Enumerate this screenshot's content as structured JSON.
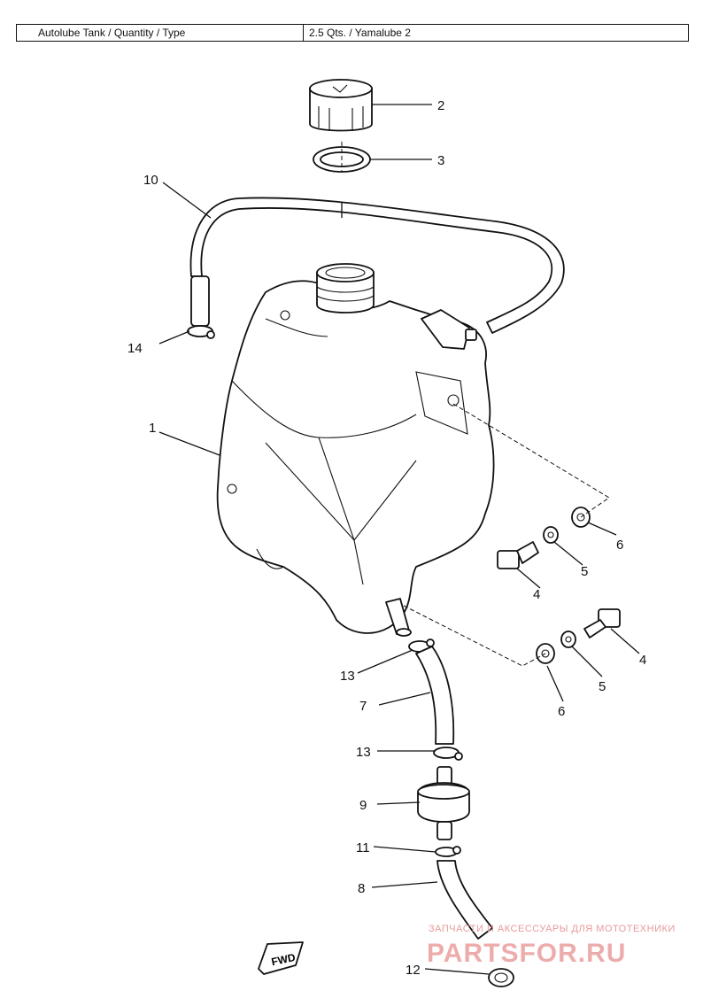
{
  "spec": {
    "label": "Autolube Tank / Quantity / Type",
    "value": "2.5 Qts. / Yamalube 2"
  },
  "callouts": {
    "tank": "1",
    "cap": "2",
    "cap_seal": "3",
    "bolt_upper": "4",
    "bolt_lower": "4",
    "washer_upper": "5",
    "washer_lower": "5",
    "grommet_upper": "6",
    "grommet_lower": "6",
    "hose_upper": "7",
    "hose_lower": "8",
    "filter": "9",
    "breather_hose": "10",
    "clip_lower": "11",
    "plug": "12",
    "clip_upper_a": "13",
    "clip_upper_b": "13",
    "clip_breather": "14"
  },
  "fwd_mark": "FWD",
  "watermark": {
    "line1": "ЗАПЧАСТИ И АКСЕССУАРЫ ДЛЯ МОТОТЕХНИКИ",
    "line2": "PARTSFOR.RU"
  }
}
